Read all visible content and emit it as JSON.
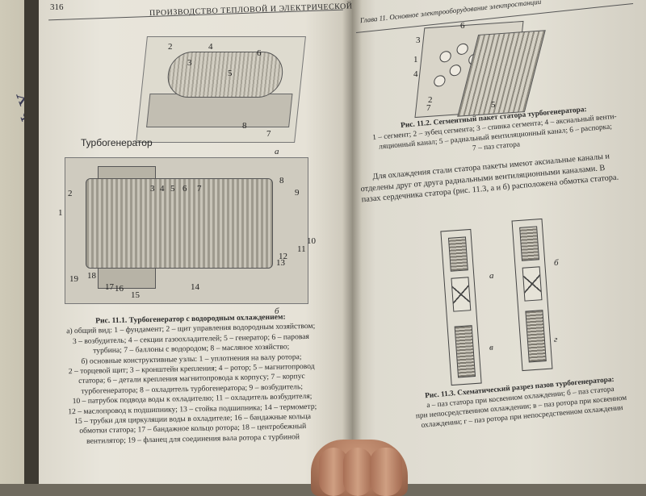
{
  "left_page": {
    "page_number": "316",
    "running_head": "ПРОИЗВОДСТВО ТЕПЛОВОЙ И ЭЛЕКТРИЧЕСКОЙ ЭНЕРГИИ",
    "figure_title": "Турбогенератор",
    "fig_a_letter": "а",
    "fig_b_letter": "б",
    "fig_a_labels": [
      "2",
      "3",
      "4",
      "5",
      "6",
      "7",
      "8"
    ],
    "fig_b_labels": [
      "2",
      "3",
      "4",
      "5",
      "6",
      "7",
      "8",
      "9",
      "10",
      "11",
      "12",
      "13",
      "14",
      "15",
      "16",
      "17",
      "18",
      "19",
      "1"
    ],
    "caption_title": "Рис. 11.1. Турбогенератор с водородным охлаждением:",
    "caption_lines": [
      "а) общий вид: 1 – фундамент; 2 – щит управления водородным хозяйством;",
      "3 – возбудитель; 4 – секции газоохладителей; 5 – генератор; 6 – паровая",
      "турбина; 7 – баллоны с водородом; 8 – масляное хозяйство;",
      "б) основные конструктивные узлы: 1 – уплотнения на валу ротора;",
      "2 – торцевой щит; 3 – кронштейн крепления; 4 – ротор; 5 – магнитопровод",
      "статора; 6 – детали крепления магнитопровода к корпусу; 7 – корпус",
      "турбогенератора; 8 – охладитель турбогенератора; 9 – возбудитель;",
      "10 – патрубок подвода воды к охладителю; 11 – охладитель возбудителя;",
      "12 – маслопровод к подшипнику; 13 – стойка подшипника; 14 – термометр;",
      "15 – трубки для циркуляции воды в охладителе; 16 – бандажные кольца",
      "обмотки статора; 17 – бандажное кольцо ротора; 18 – центробежный",
      "вентилятор; 19 – фланец для соединения вала ротора с турбиной"
    ]
  },
  "right_page": {
    "running_head": "Глава 11. Основное электрооборудование электростанции",
    "seg_labels": [
      "6",
      "3",
      "1",
      "4",
      "2",
      "7",
      "5"
    ],
    "seg_caption_title": "Рис. 11.2. Сегментный пакет статора турбогенератора:",
    "seg_caption_lines": [
      "1 – сегмент; 2 – зубец сегмента; 3 – спинка сегмента; 4 – аксиальный венти-",
      "ляционный канал; 5 – радиальный вентиляционный канал; 6 – распорка;",
      "7 – паз статора"
    ],
    "paragraph": "Для охлаждения стали статора пакеты имеют аксиальные каналы и отделены друг от друга радиальными вентиляционными каналами. В пазах сердечника статора (рис. 11.3, а и б) расположена обмотка статора.",
    "slot_letters": [
      "а",
      "б",
      "в",
      "г"
    ],
    "slots_caption_title": "Рис. 11.3. Схематический разрез пазов турбогенератора:",
    "slots_caption_lines": [
      "а – паз статора при косвенном охлаждении; б – паз статора",
      "при непосредственном охлаждении; в – паз ротора при косвенном",
      "охлаждении; г – паз ротора при непосредственном охлаждении"
    ]
  },
  "margin_scribble": "Х ф 2 г"
}
